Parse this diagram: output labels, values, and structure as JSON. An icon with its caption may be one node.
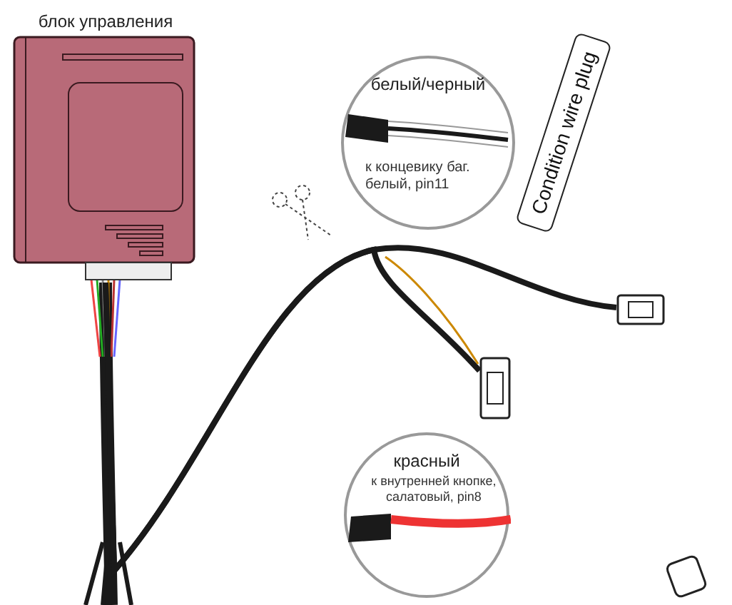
{
  "diagram": {
    "nodes": [
      {
        "text": [
          "блок управления"
        ]
      },
      {
        "text": [
          "белый/черный",
          "к концевику баг. белый, pin11"
        ]
      },
      {
        "text": [
          "Condition wire plug"
        ]
      },
      {
        "text": [],
        "shape": "box"
      },
      {
        "text": [],
        "shape": "box"
      },
      {
        "text": [
          "красный",
          "к внутренней кнопке, салатовый, pin8"
        ]
      }
    ],
    "edges": [
      {
        "from": 0,
        "to": 3,
        "arrow": "none"
      },
      {
        "from": 0,
        "to": 4,
        "arrow": "none"
      }
    ]
  }
}
